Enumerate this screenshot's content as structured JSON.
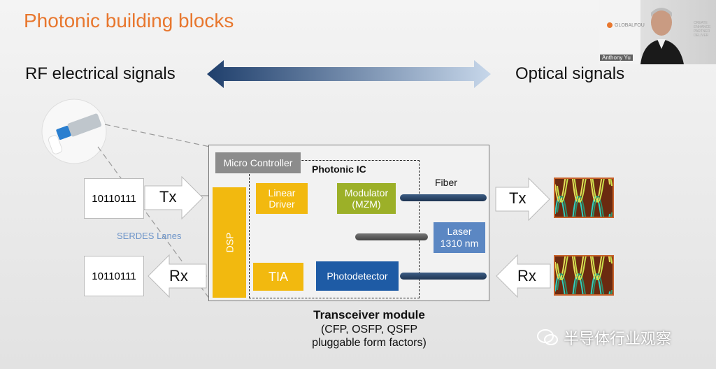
{
  "slide": {
    "title": "Photonic building blocks",
    "left_signal": "RF electrical signals",
    "right_signal": "Optical signals"
  },
  "diagram": {
    "tx_binary": "10110111",
    "rx_binary": "10110111",
    "tx_label": "Tx",
    "rx_label": "Rx",
    "tx_label_right": "Tx",
    "rx_label_right": "Rx",
    "serdes": "SERDES Lanes",
    "micro_controller": "Micro Controller",
    "photonic_ic": "Photonic IC",
    "dsp": "DSP",
    "linear_driver": "Linear\nDriver",
    "modulator": "Modulator\n(MZM)",
    "fiber": "Fiber",
    "laser": "Laser\n1310 nm",
    "tia": "TIA",
    "photodetector": "Photodetector",
    "module_title": "Transceiver module",
    "module_sub1": "(CFP, OSFP, QSFP",
    "module_sub2": "pluggable form factors)"
  },
  "video": {
    "name": "Anthony Yu",
    "logo_text": "GLOBALFOU"
  },
  "watermark": {
    "text": "半导体行业观察"
  },
  "colors": {
    "orange": "#e8772e",
    "yellow": "#f2b90f",
    "green": "#9cb028",
    "blue": "#1e5ba5",
    "laser_blue": "#5b87c3"
  }
}
